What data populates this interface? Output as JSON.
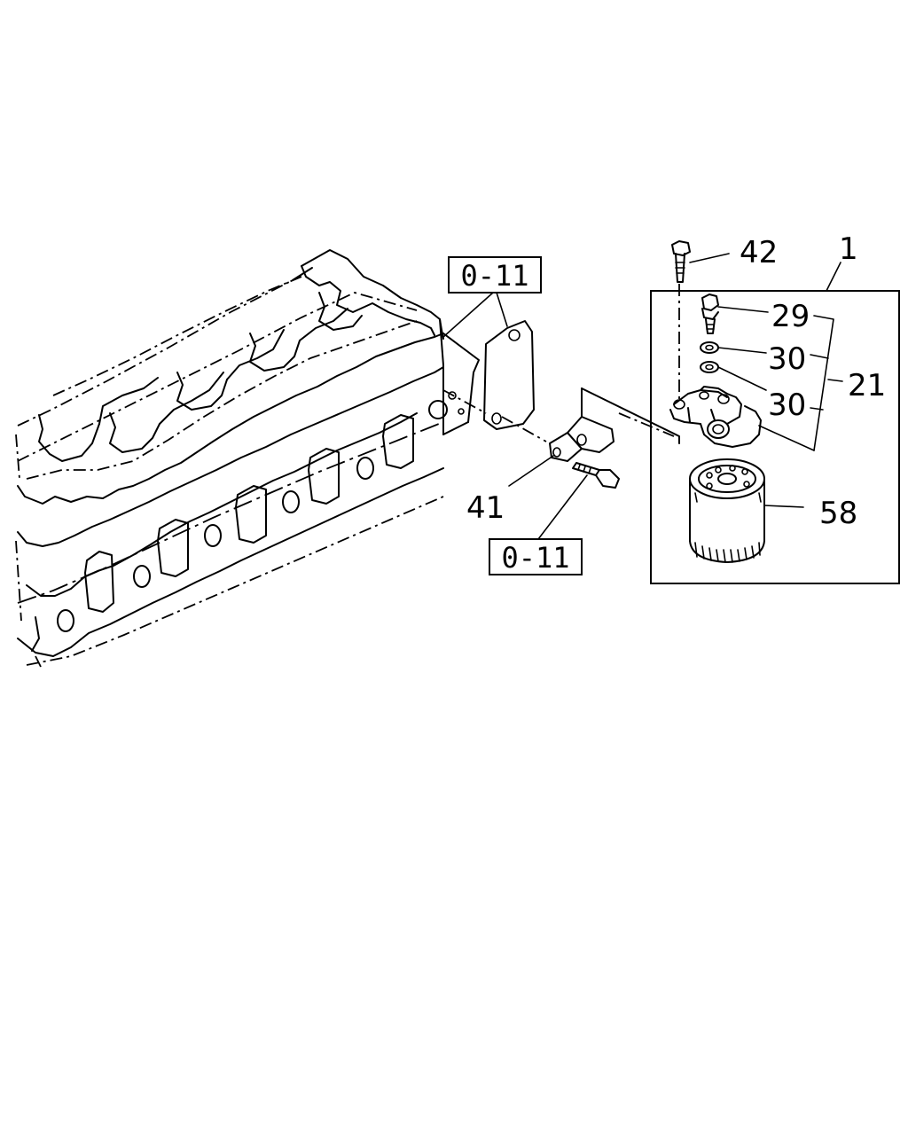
{
  "callouts": {
    "c1": "1",
    "c21": "21",
    "c29": "29",
    "c30a": "30",
    "c30b": "30",
    "c41": "41",
    "c42": "42",
    "c58": "58"
  },
  "references": {
    "ref_top": "0-11",
    "ref_bottom": "0-11"
  }
}
